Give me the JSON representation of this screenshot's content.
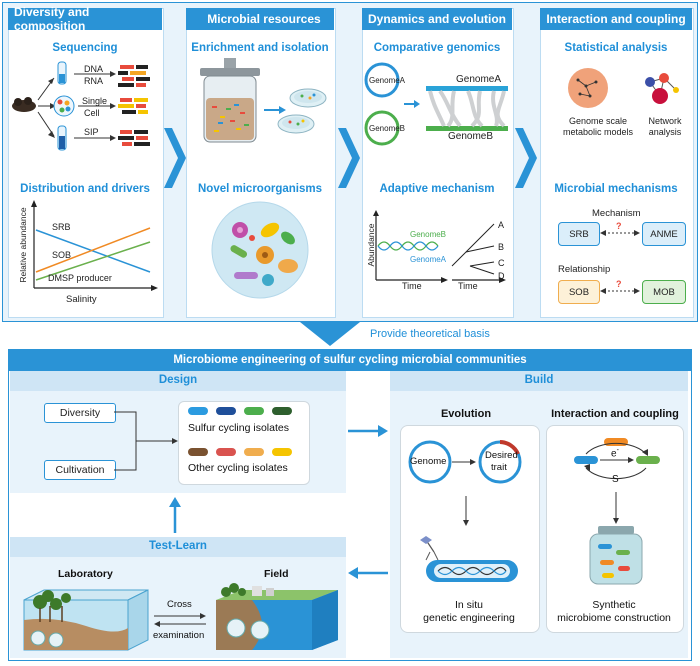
{
  "top": {
    "panels": [
      {
        "title": "Diversity and composition",
        "section1": "Sequencing",
        "section2": "Distribution and drivers"
      },
      {
        "title": "Microbial resources",
        "section1": "Enrichment and isolation",
        "section2": "Novel microorganisms"
      },
      {
        "title": "Dynamics and evolution",
        "section1": "Comparative genomics",
        "section2": "Adaptive mechanism"
      },
      {
        "title": "Interaction and coupling",
        "section1": "Statistical analysis",
        "section2": "Microbial mechanisms"
      }
    ],
    "sequencing": {
      "dna": "DNA",
      "rna": "RNA",
      "single": "Single",
      "cell": "Cell",
      "sip": "SIP"
    },
    "distribution": {
      "ylabel": "Relative abundance",
      "xlabel": "Salinity",
      "srb": "SRB",
      "sob": "SOB",
      "dmsp": "DMSP producer"
    },
    "genomics": {
      "genomeA": "GenomeA",
      "genomeB": "GenomeB",
      "genomeA_bar": "GenomeA",
      "genomeB_bar": "GenomeB"
    },
    "adaptive": {
      "ylabel": "Abundance",
      "xlabel1": "Time",
      "xlabel2": "Time",
      "genomeB": "GenomeB",
      "genomeA": "GenomeA",
      "branches": [
        "A",
        "B",
        "C",
        "D"
      ]
    },
    "stats": {
      "gsmm1": "Genome scale",
      "gsmm2": "metabolic models",
      "net1": "Network",
      "net2": "analysis"
    },
    "mechanisms": {
      "mechanism": "Mechanism",
      "relationship": "Relationship",
      "srb": "SRB",
      "anme": "ANME",
      "sob": "SOB",
      "mob": "MOB",
      "q": "?"
    }
  },
  "provide": "Provide theoretical basis",
  "main_title": "Microbiome engineering of sulfur cycling microbial communities",
  "design": {
    "title": "Design",
    "diversity": "Diversity",
    "cultivation": "Cultivation",
    "sulfur": "Sulfur cycling isolates",
    "other": "Other cycling isolates",
    "sulfur_colors": [
      "#2b9be0",
      "#1f4f9a",
      "#4cae4c",
      "#2e5f2e"
    ],
    "other_colors": [
      "#7a5230",
      "#d9534f",
      "#f0ad4e",
      "#f5c400"
    ]
  },
  "build": {
    "title": "Build",
    "evolution": "Evolution",
    "interaction": "Interaction and coupling",
    "genome": "Genome",
    "desired1": "Desired",
    "desired2": "trait",
    "insitu1": "In situ",
    "insitu2": "genetic engineering",
    "e": "e",
    "e_sup": "-",
    "s": "S",
    "synthetic": "Synthetic",
    "microbiome": "microbiome construction"
  },
  "testlearn": {
    "title": "Test-Learn",
    "laboratory": "Laboratory",
    "field": "Field",
    "cross": "Cross",
    "examination": "examination"
  },
  "colors": {
    "accent": "#2a93d6",
    "panel_bg": "#e8f3fb",
    "section_bg": "#d3e8f6"
  }
}
